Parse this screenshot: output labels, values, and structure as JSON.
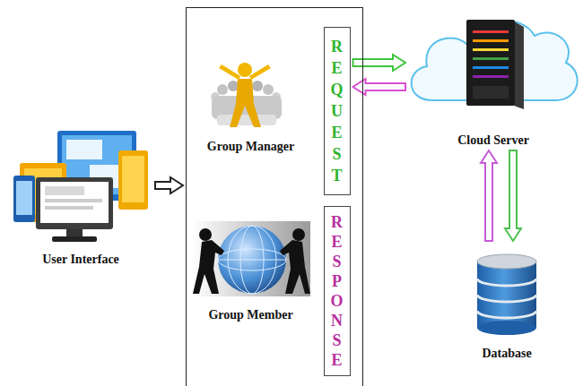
{
  "diagram": {
    "nodes": [
      {
        "text": [
          "User Interface"
        ]
      },
      {
        "text": []
      },
      {
        "text": [
          "Group Manager"
        ],
        "in": 1
      },
      {
        "text": [
          "Group Member"
        ],
        "in": 1
      },
      {
        "text": [
          "REQUEST"
        ],
        "in": 1
      },
      {
        "text": [
          "RESPONSE"
        ],
        "in": 1
      },
      {
        "text": [
          "Cloud Server"
        ]
      },
      {
        "text": [
          "Database"
        ]
      }
    ],
    "edges": [
      {
        "from": 0,
        "to": 1,
        "arrow": "to"
      },
      {
        "from": 4,
        "to": 6,
        "arrow": "to"
      },
      {
        "from": 6,
        "to": 4,
        "arrow": "to"
      },
      {
        "from": 7,
        "to": 6,
        "arrow": "to"
      },
      {
        "from": 6,
        "to": 7,
        "arrow": "to"
      }
    ]
  }
}
